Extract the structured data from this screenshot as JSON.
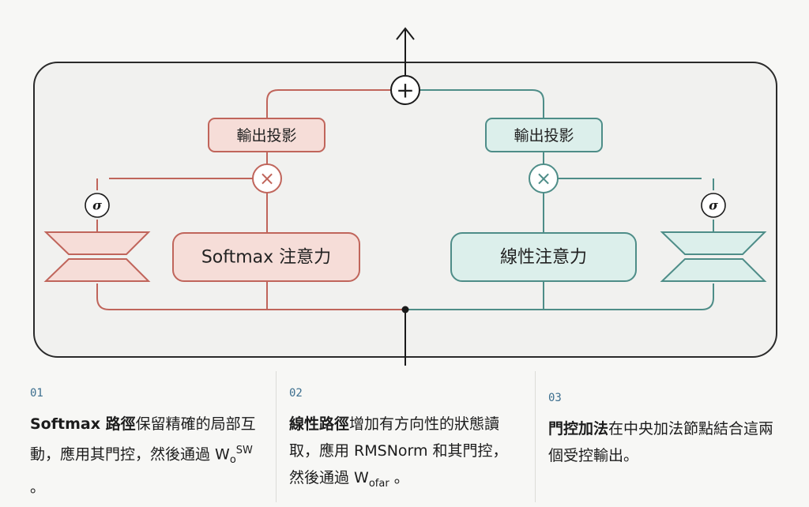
{
  "top_node_symbol": "+",
  "left_branch": {
    "output_projection": "輸出投影",
    "multiply_symbol": "×",
    "gate_symbol": "σ",
    "attention": "Softmax 注意力"
  },
  "right_branch": {
    "output_projection": "輸出投影",
    "multiply_symbol": "×",
    "gate_symbol": "σ",
    "attention": "線性注意力"
  },
  "panels": [
    {
      "number": "01",
      "title": "Softmax 路徑",
      "text_a": "保留精確的局部互動，應用其門控，然後通過 W",
      "sub": "o",
      "sup": "SW",
      "text_b": "。"
    },
    {
      "number": "02",
      "title": "線性路徑",
      "text_a": "增加有方向性的狀態讀取，應用 RMSNorm 和其門控，然後通過 W",
      "sub": "ofar",
      "text_b": "。"
    },
    {
      "number": "03",
      "title": "門控加法",
      "text_a": "在中央加法節點結合這兩個受控輸出。"
    }
  ],
  "colors": {
    "left_stroke": "#c0655b",
    "left_fill": "#f6ddd8",
    "right_stroke": "#4e8d88",
    "right_fill": "#dcefeb",
    "dark": "#1a1a1a"
  }
}
